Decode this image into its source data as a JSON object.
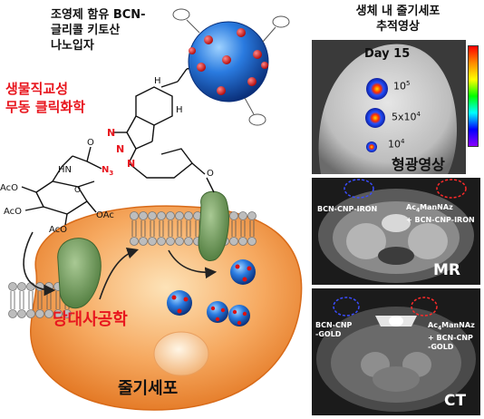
{
  "texts": {
    "np_label_1": "조영제 함유 BCN-",
    "np_label_2": "글리콜 키토산",
    "np_label_3": "나노입자",
    "bio_label_1": "생물직교성",
    "bio_label_2": "무동 클릭화학",
    "sugar_label": "당대사공학",
    "stem_cell_label": "줄기세포",
    "panel_title_1": "생체 내 줄기세포",
    "panel_title_2": "추적영상",
    "fluor_day": "Day 15",
    "fluor_c1": "10",
    "fluor_c1_sup": "5",
    "fluor_c2": "5x10",
    "fluor_c2_sup": "4",
    "fluor_c3": "10",
    "fluor_c3_sup": "4",
    "fluor_caption": "형광영상",
    "mr_left": "BCN-CNP-IRON",
    "mr_right_1": "Ac",
    "mr_right_sub": "4",
    "mr_right_1b": "ManNAz",
    "mr_right_2": "+ BCN-CNP-IRON",
    "mr_caption": "MR",
    "ct_left_1": "BCN-CNP",
    "ct_left_2": "-GOLD",
    "ct_right_1": "Ac",
    "ct_right_sub": "4",
    "ct_right_1b": "ManNAz",
    "ct_right_2": "+ BCN-CNP",
    "ct_right_3": "-GOLD",
    "ct_caption": "CT",
    "chem_ac_1": "AcO",
    "chem_ac_2": "AcO",
    "chem_ac_3": "AcO",
    "chem_nh": "HN",
    "chem_n3": "N",
    "chem_n3_sub": "3",
    "chem_oac": "OAc",
    "chem_o": "O",
    "chem_o2": "O",
    "chem_h1": "H",
    "chem_h2": "H",
    "chem_o3": "O"
  },
  "colors": {
    "red_text": "#e8161e",
    "cell_orange": "#f08a3a",
    "nanoparticle_blue": "#1f6fd6",
    "receptor_green": "#6f9a5a"
  }
}
